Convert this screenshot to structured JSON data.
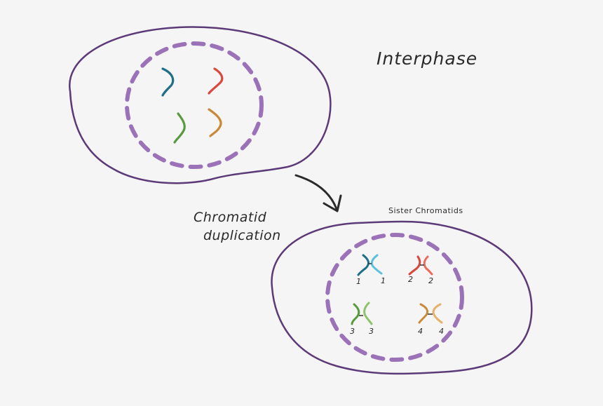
{
  "labels": {
    "interphase": "Interphase",
    "chromatid_line1": "Chromatid",
    "chromatid_line2": "duplication",
    "sister_chromatids": "Sister Chromatids"
  },
  "chromosome_numbers": [
    "1",
    "1",
    "2",
    "2",
    "3",
    "3",
    "4",
    "4"
  ],
  "colors": {
    "background": "#f5f5f5",
    "cell_membrane": "#5c3a78",
    "nuclear_envelope": "#9b72b8",
    "arrow": "#2a2a2a",
    "chromosome_1": "#1f6f86",
    "chromosome_1_sister": "#5bc0dc",
    "chromosome_2": "#d9483b",
    "chromosome_2_sister": "#ec6a5c",
    "chromosome_3": "#5a9a3e",
    "chromosome_3_sister": "#8cc46a",
    "chromosome_4": "#c98a38",
    "chromosome_4_sister": "#e8b06a"
  }
}
